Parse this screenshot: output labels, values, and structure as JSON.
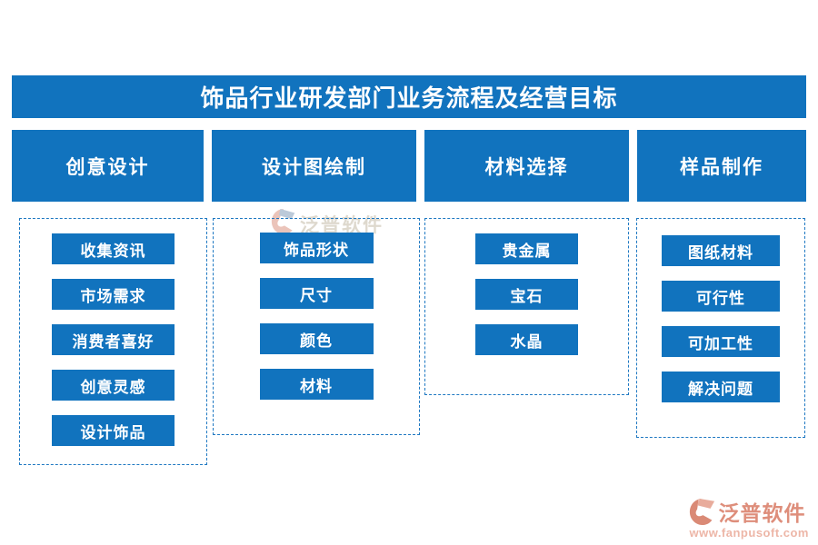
{
  "page": {
    "title": "饰品行业研发部门业务流程及经营目标"
  },
  "columns": [
    {
      "header": "创意设计",
      "items": [
        "收集资讯",
        "市场需求",
        "消费者喜好",
        "创意灵感",
        "设计饰品"
      ]
    },
    {
      "header": "设计图绘制",
      "items": [
        "饰品形状",
        "尺寸",
        "颜色",
        "材料"
      ]
    },
    {
      "header": "材料选择",
      "items": [
        "贵金属",
        "宝石",
        "水晶"
      ]
    },
    {
      "header": "样品制作",
      "items": [
        "图纸材料",
        "可行性",
        "可加工性",
        "解决问题"
      ]
    }
  ],
  "watermark": {
    "text": "泛普软件"
  },
  "footer_logo": {
    "name": "泛普软件",
    "url": "www.fanpusoft.com"
  },
  "colors": {
    "primary_blue": "#1173BE",
    "dashed_border": "#1E78C2",
    "logo_salmon": "#DE8E7B",
    "logo_url_salmon": "#EDB6A7"
  }
}
